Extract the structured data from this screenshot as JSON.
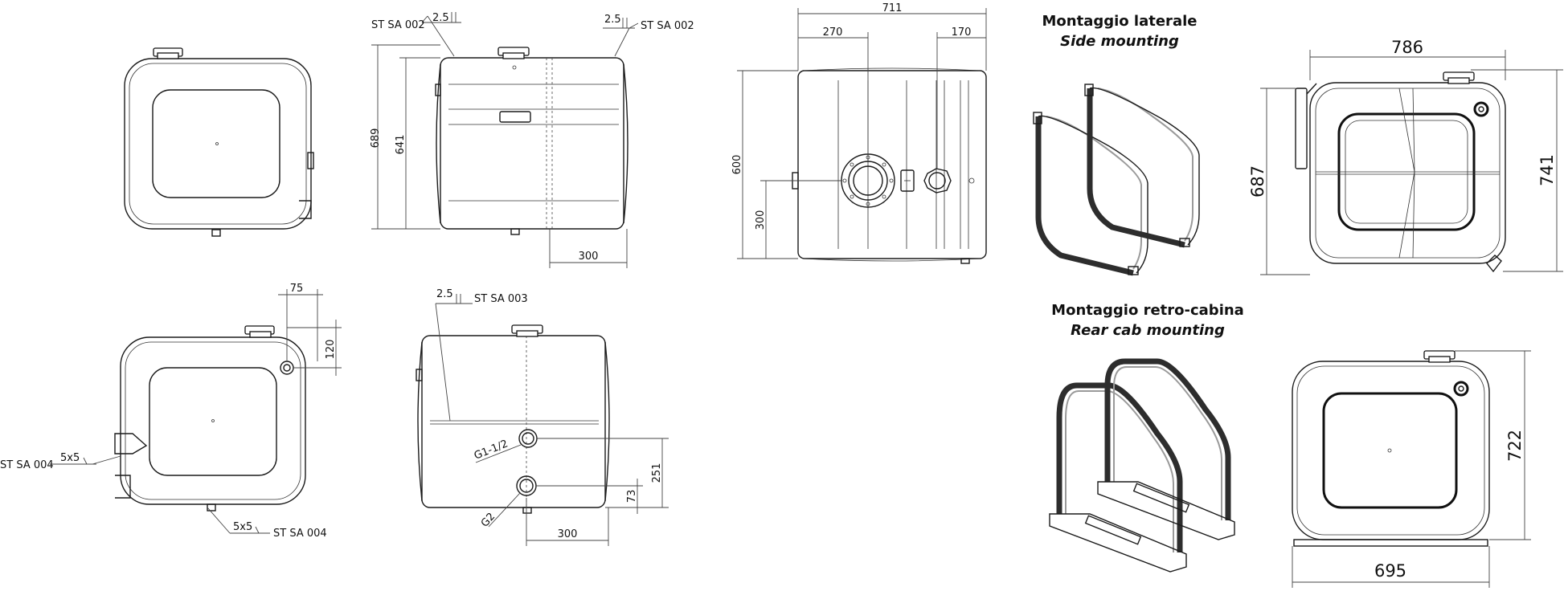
{
  "side_mounting": {
    "title_it": "Montaggio laterale",
    "title_en": "Side mounting",
    "dim_width": "786",
    "dim_height_outer": "741",
    "dim_height_inner": "687"
  },
  "rear_cab_mounting": {
    "title_it": "Montaggio retro-cabina",
    "title_en": "Rear cab mounting",
    "dim_width": "695",
    "dim_height": "722"
  },
  "front_view_top": {
    "dim_689": "689",
    "dim_641": "641",
    "dim_300": "300",
    "weld_left_code": "ST SA 002",
    "weld_left_size": "2.5",
    "weld_right_code": "ST SA 002",
    "weld_right_size": "2.5"
  },
  "top_view": {
    "dim_711": "711",
    "dim_270": "270",
    "dim_170": "170",
    "dim_600": "600",
    "dim_300": "300"
  },
  "side_view_bottom": {
    "dim_75": "75",
    "dim_120": "120",
    "weld_left_code": "ST SA 004",
    "weld_left_size": "5x5",
    "weld_bottom_code": "ST SA 004",
    "weld_bottom_size": "5x5"
  },
  "front_view_bottom": {
    "weld_code": "ST SA 003",
    "weld_size": "2.5",
    "port_upper": "G1-1/2",
    "port_lower": "G2",
    "dim_251": "251",
    "dim_73": "73",
    "dim_300": "300"
  }
}
